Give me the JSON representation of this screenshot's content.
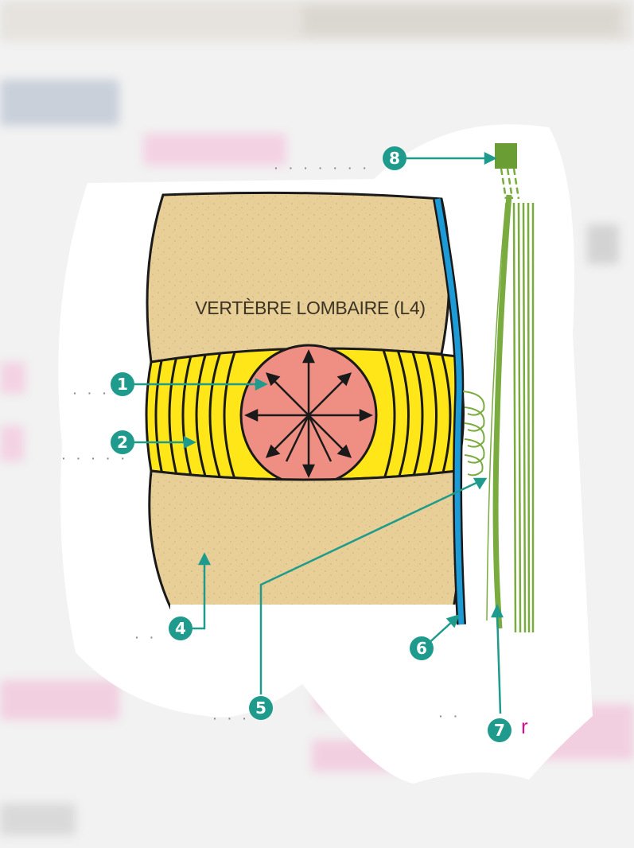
{
  "diagram": {
    "vertebra_label": "VERTÈBRE LOMBAIRE (L4)",
    "callouts": [
      {
        "id": "1",
        "number": "1"
      },
      {
        "id": "2",
        "number": "2"
      },
      {
        "id": "4",
        "number": "4"
      },
      {
        "id": "5",
        "number": "5"
      },
      {
        "id": "6",
        "number": "6"
      },
      {
        "id": "7",
        "number": "7"
      },
      {
        "id": "8",
        "number": "8"
      }
    ],
    "partial_text": "r",
    "colors": {
      "bone": "#e8cf98",
      "annulus": "#ffe619",
      "nucleus": "#ef8f83",
      "ligament": "#1c9bd7",
      "nerve": "#7aab3f",
      "callout": "#1e9b8c"
    }
  }
}
